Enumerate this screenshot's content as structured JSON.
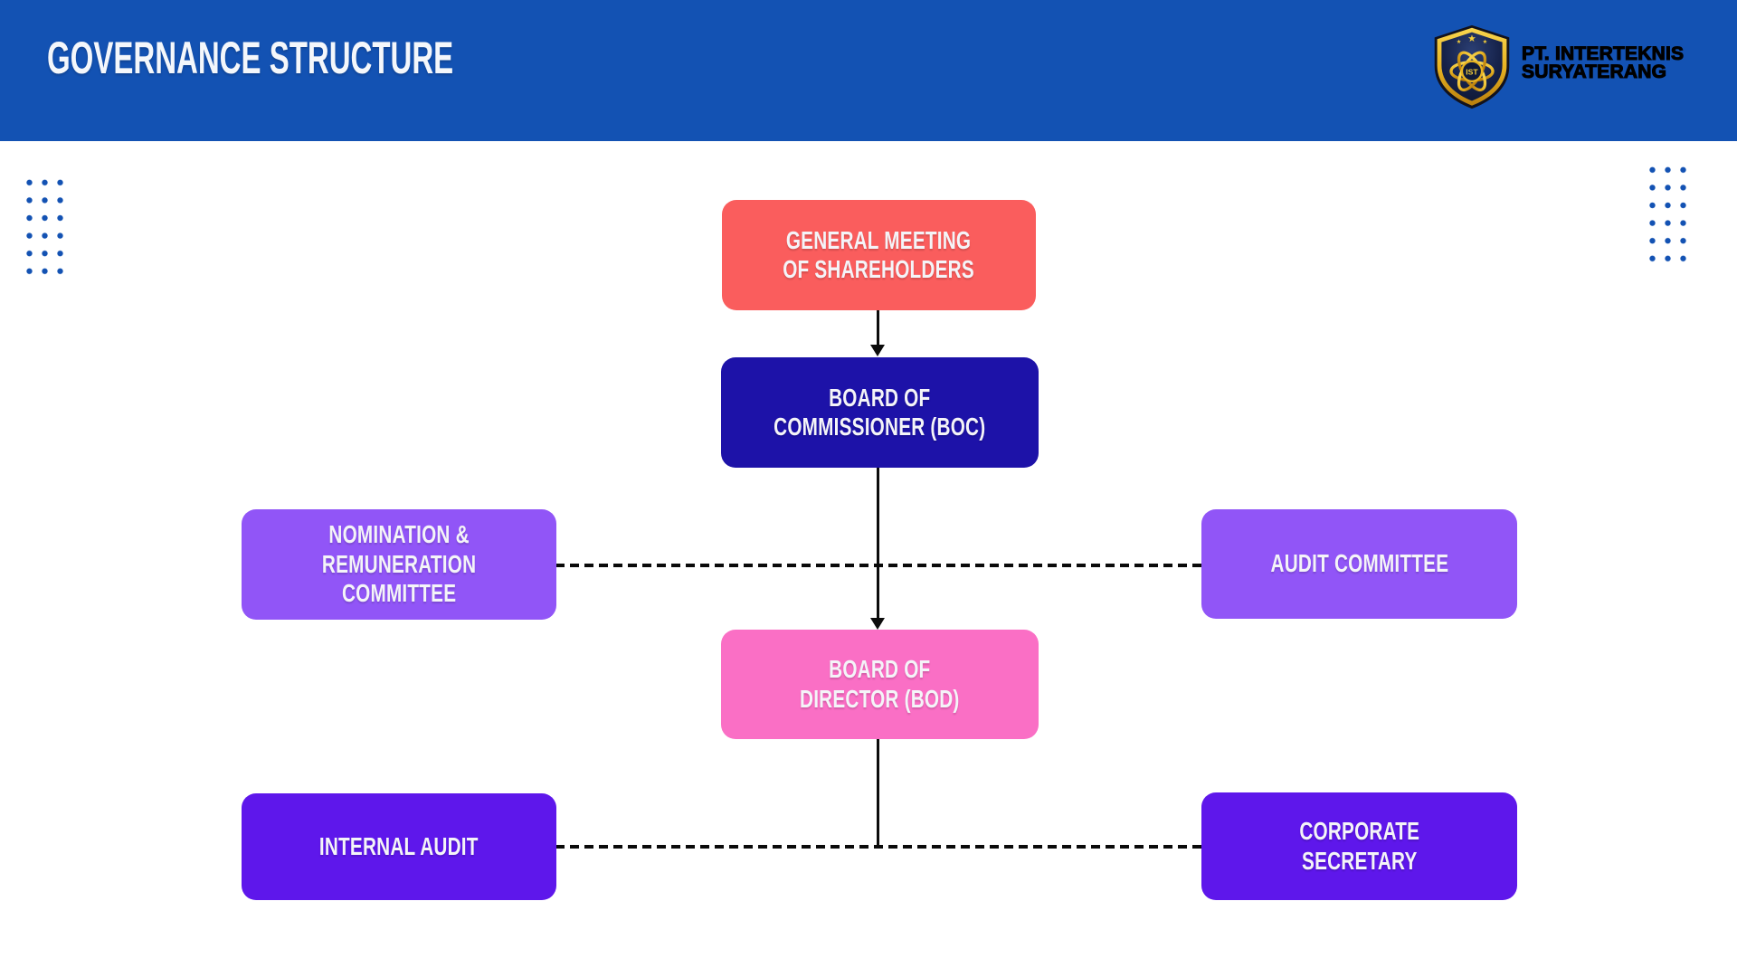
{
  "header": {
    "title": "GOVERNANCE STRUCTURE",
    "background_color": "#1352b3",
    "logo": {
      "monogram": "IST",
      "company_name": "PT. INTERTEKNIS\nSURYATERANG"
    }
  },
  "diagram": {
    "type": "org-chart",
    "nodes": [
      {
        "id": "gms",
        "label": "GENERAL MEETING\nOF SHAREHOLDERS",
        "color": "#fa5d5d"
      },
      {
        "id": "boc",
        "label": "BOARD OF\nCOMMISSIONER (BOC)",
        "color": "#1d12a8"
      },
      {
        "id": "nrc",
        "label": "NOMINATION &\nREMUNERATION\nCOMMITTEE",
        "color": "#9155f7"
      },
      {
        "id": "audit-committee",
        "label": "AUDIT COMMITTEE",
        "color": "#9155f7"
      },
      {
        "id": "bod",
        "label": "BOARD OF\nDIRECTOR (BOD)",
        "color": "#fa6fc5"
      },
      {
        "id": "internal-audit",
        "label": "INTERNAL AUDIT",
        "color": "#5e17eb"
      },
      {
        "id": "corporate-secretary",
        "label": "CORPORATE\nSECRETARY",
        "color": "#5e17eb"
      }
    ],
    "edges": [
      {
        "from": "gms",
        "to": "boc",
        "style": "solid-arrow"
      },
      {
        "from": "boc",
        "to": "bod",
        "style": "solid-arrow"
      },
      {
        "from": "nrc",
        "to": "audit-committee",
        "style": "dashed-horizontal"
      },
      {
        "from": "bod",
        "to": "internal-audit/corporate-secretary-line",
        "style": "solid-vertical"
      },
      {
        "from": "internal-audit",
        "to": "corporate-secretary",
        "style": "dashed-horizontal"
      }
    ],
    "decor": {
      "dot_color": "#1352b3"
    }
  }
}
